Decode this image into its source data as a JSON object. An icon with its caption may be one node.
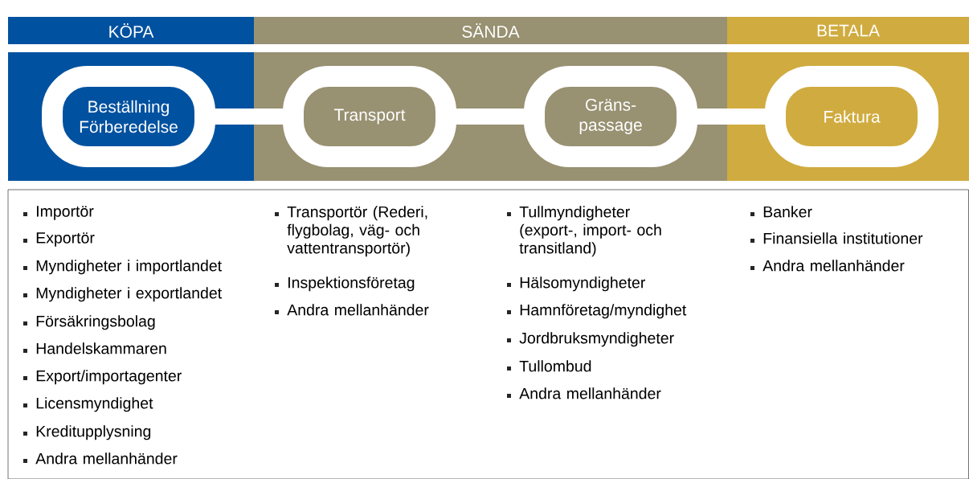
{
  "diagram": {
    "nodes": [
      {
        "text": [
          "KÖPA"
        ]
      },
      {
        "text": [
          "SÄNDA"
        ]
      },
      {
        "text": [
          "BETALA"
        ]
      },
      {
        "text": [
          "Beställning Förberedelse"
        ]
      },
      {
        "text": [
          "Transport"
        ]
      },
      {
        "text": [
          "Gräns- passage"
        ]
      },
      {
        "text": [
          "Faktura"
        ]
      }
    ],
    "edges": [
      {
        "from": 3,
        "to": 4,
        "arrow": "none"
      },
      {
        "from": 4,
        "to": 5,
        "arrow": "none"
      },
      {
        "from": 5,
        "to": 6,
        "arrow": "none"
      }
    ],
    "labels": [
      "Importör",
      "Exportör",
      "Myndigheter i importlandet",
      "Myndigheter i exportlandet",
      "Försäkringsbolag",
      "Handelskammaren",
      "Export/importagenter",
      "Licensmyndighet",
      "Kreditupplysning",
      "Andra mellanhänder",
      "Transportör (Rederi, flygbolag, väg- och vattentransportör)",
      "Inspektionsföretag",
      "Andra mellanhänder",
      "Tullmyndigheter (export-, import- och transitland)",
      "Hälsomyndigheter",
      "Hamnföretag/myndighet",
      "Jordbruksmyndigheter",
      "Tullombud",
      "Andra mellanhänder",
      "Banker",
      "Finansiella institutioner",
      "Andra mellanhänder"
    ]
  }
}
